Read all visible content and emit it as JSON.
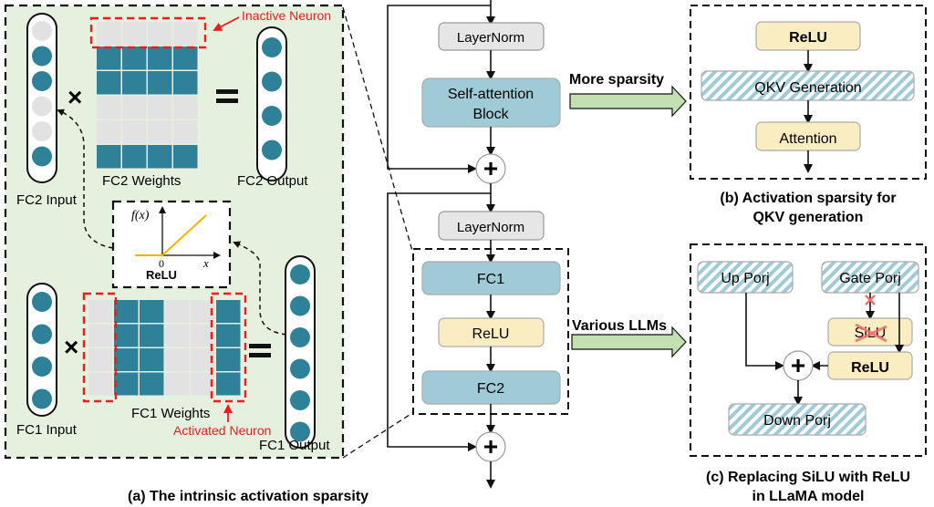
{
  "colors": {
    "panel_bg": "#e6f0de",
    "neuron_active": "#2e8199",
    "neuron_inactive": "#e2e2e2",
    "block_blue": "#9ecbd6",
    "block_yellow": "#fbedc2",
    "block_grey": "#e6e6e6",
    "hatch_stroke": "#9ecbd6",
    "relu_curve": "#f2b400",
    "red_highlight": "#ee1c1c",
    "green_arrow": "#c3e0b2"
  },
  "panel_a": {
    "caption": "(a) The intrinsic activation sparsity",
    "fc2": {
      "input_label": "FC2 Input",
      "input_neurons": [
        0,
        1,
        1,
        0,
        0,
        1
      ],
      "weights_label": "FC2 Weights",
      "weight_rows_active": [
        0,
        1,
        1,
        0,
        0,
        1
      ],
      "weight_cols": 4,
      "output_label": "FC2 Output",
      "output_neurons": [
        1,
        1,
        1,
        1
      ],
      "times": "×",
      "equals": "=",
      "annotation": "Inactive Neuron"
    },
    "relu_plot": {
      "y_label": "f(x)",
      "x_label": "x",
      "origin_label": "0",
      "title": "ReLU"
    },
    "fc1": {
      "input_label": "FC1 Input",
      "input_neurons": [
        1,
        1,
        1,
        1
      ],
      "weights_label": "FC1 Weights",
      "weight_cols_active": [
        0,
        1,
        1,
        0,
        0,
        1
      ],
      "weight_rows": 4,
      "output_label": "FC1 Output",
      "output_neurons": [
        1,
        1,
        1,
        1,
        1,
        1
      ],
      "times": "×",
      "equals": "=",
      "annotation": "Activated Neuron"
    }
  },
  "transformer": {
    "layernorm1": "LayerNorm",
    "attention_block": [
      "Self-attention",
      "Block"
    ],
    "layernorm2": "LayerNorm",
    "fc1": "FC1",
    "relu": "ReLU",
    "fc2": "FC2",
    "plus": "+"
  },
  "arrows": {
    "to_b": "More sparsity",
    "to_c": "Various LLMs"
  },
  "panel_b": {
    "relu": "ReLU",
    "qkv": "QKV Generation",
    "attention": "Attention",
    "caption_line1": "(b) Activation sparsity for",
    "caption_line2": "QKV generation"
  },
  "panel_c": {
    "up_proj": "Up Porj",
    "gate_proj": "Gate Porj",
    "silu": "SiLU",
    "relu": "ReLU",
    "down_proj": "Down Porj",
    "plus": "+",
    "caption_line1": "(c) Replacing SiLU with ReLU",
    "caption_line2": "in LLaMA model"
  }
}
